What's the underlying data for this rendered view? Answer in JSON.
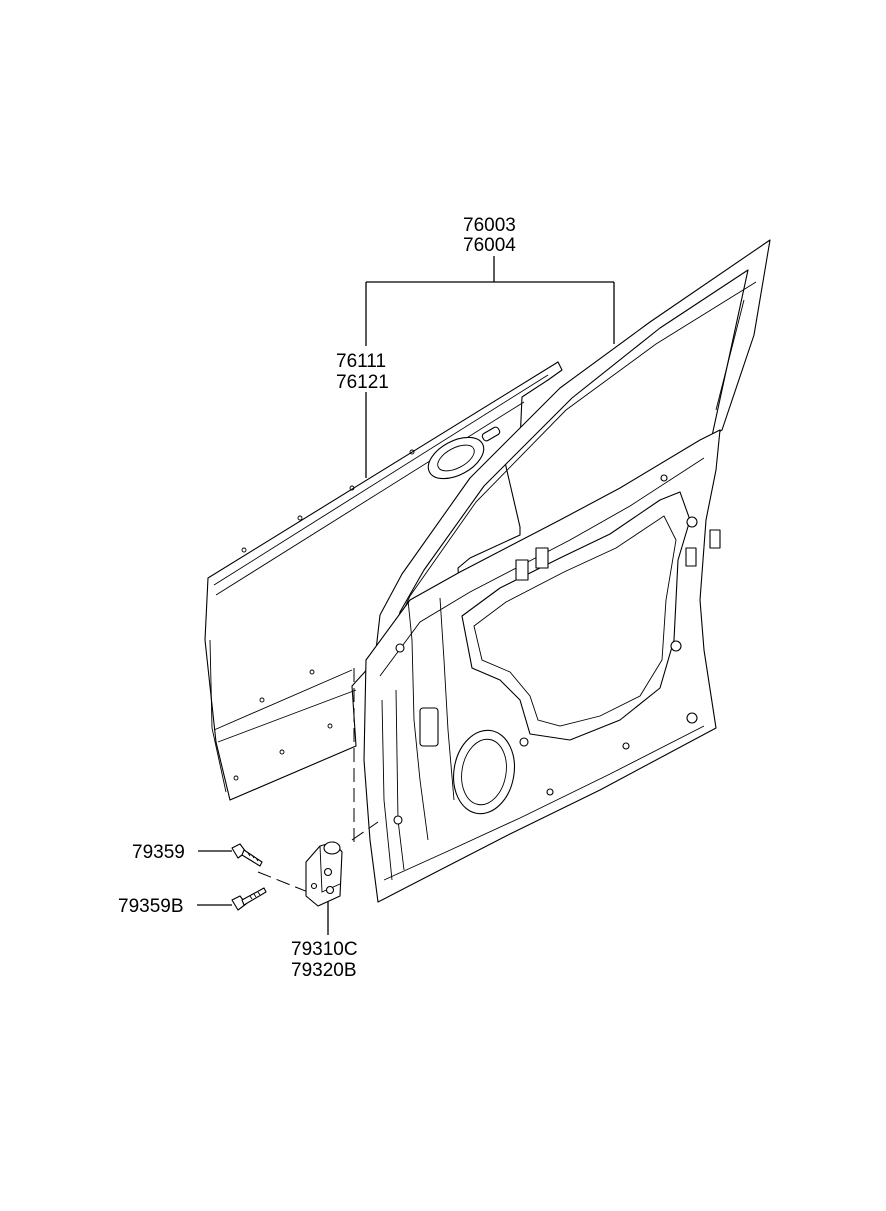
{
  "callouts": {
    "door_assembly": [
      "76003",
      "76004"
    ],
    "outer_panel": [
      "76111",
      "76121"
    ],
    "bolt_upper": "79359",
    "bolt_lower": "79359B",
    "hinge": [
      "79310C",
      "79320B"
    ]
  }
}
